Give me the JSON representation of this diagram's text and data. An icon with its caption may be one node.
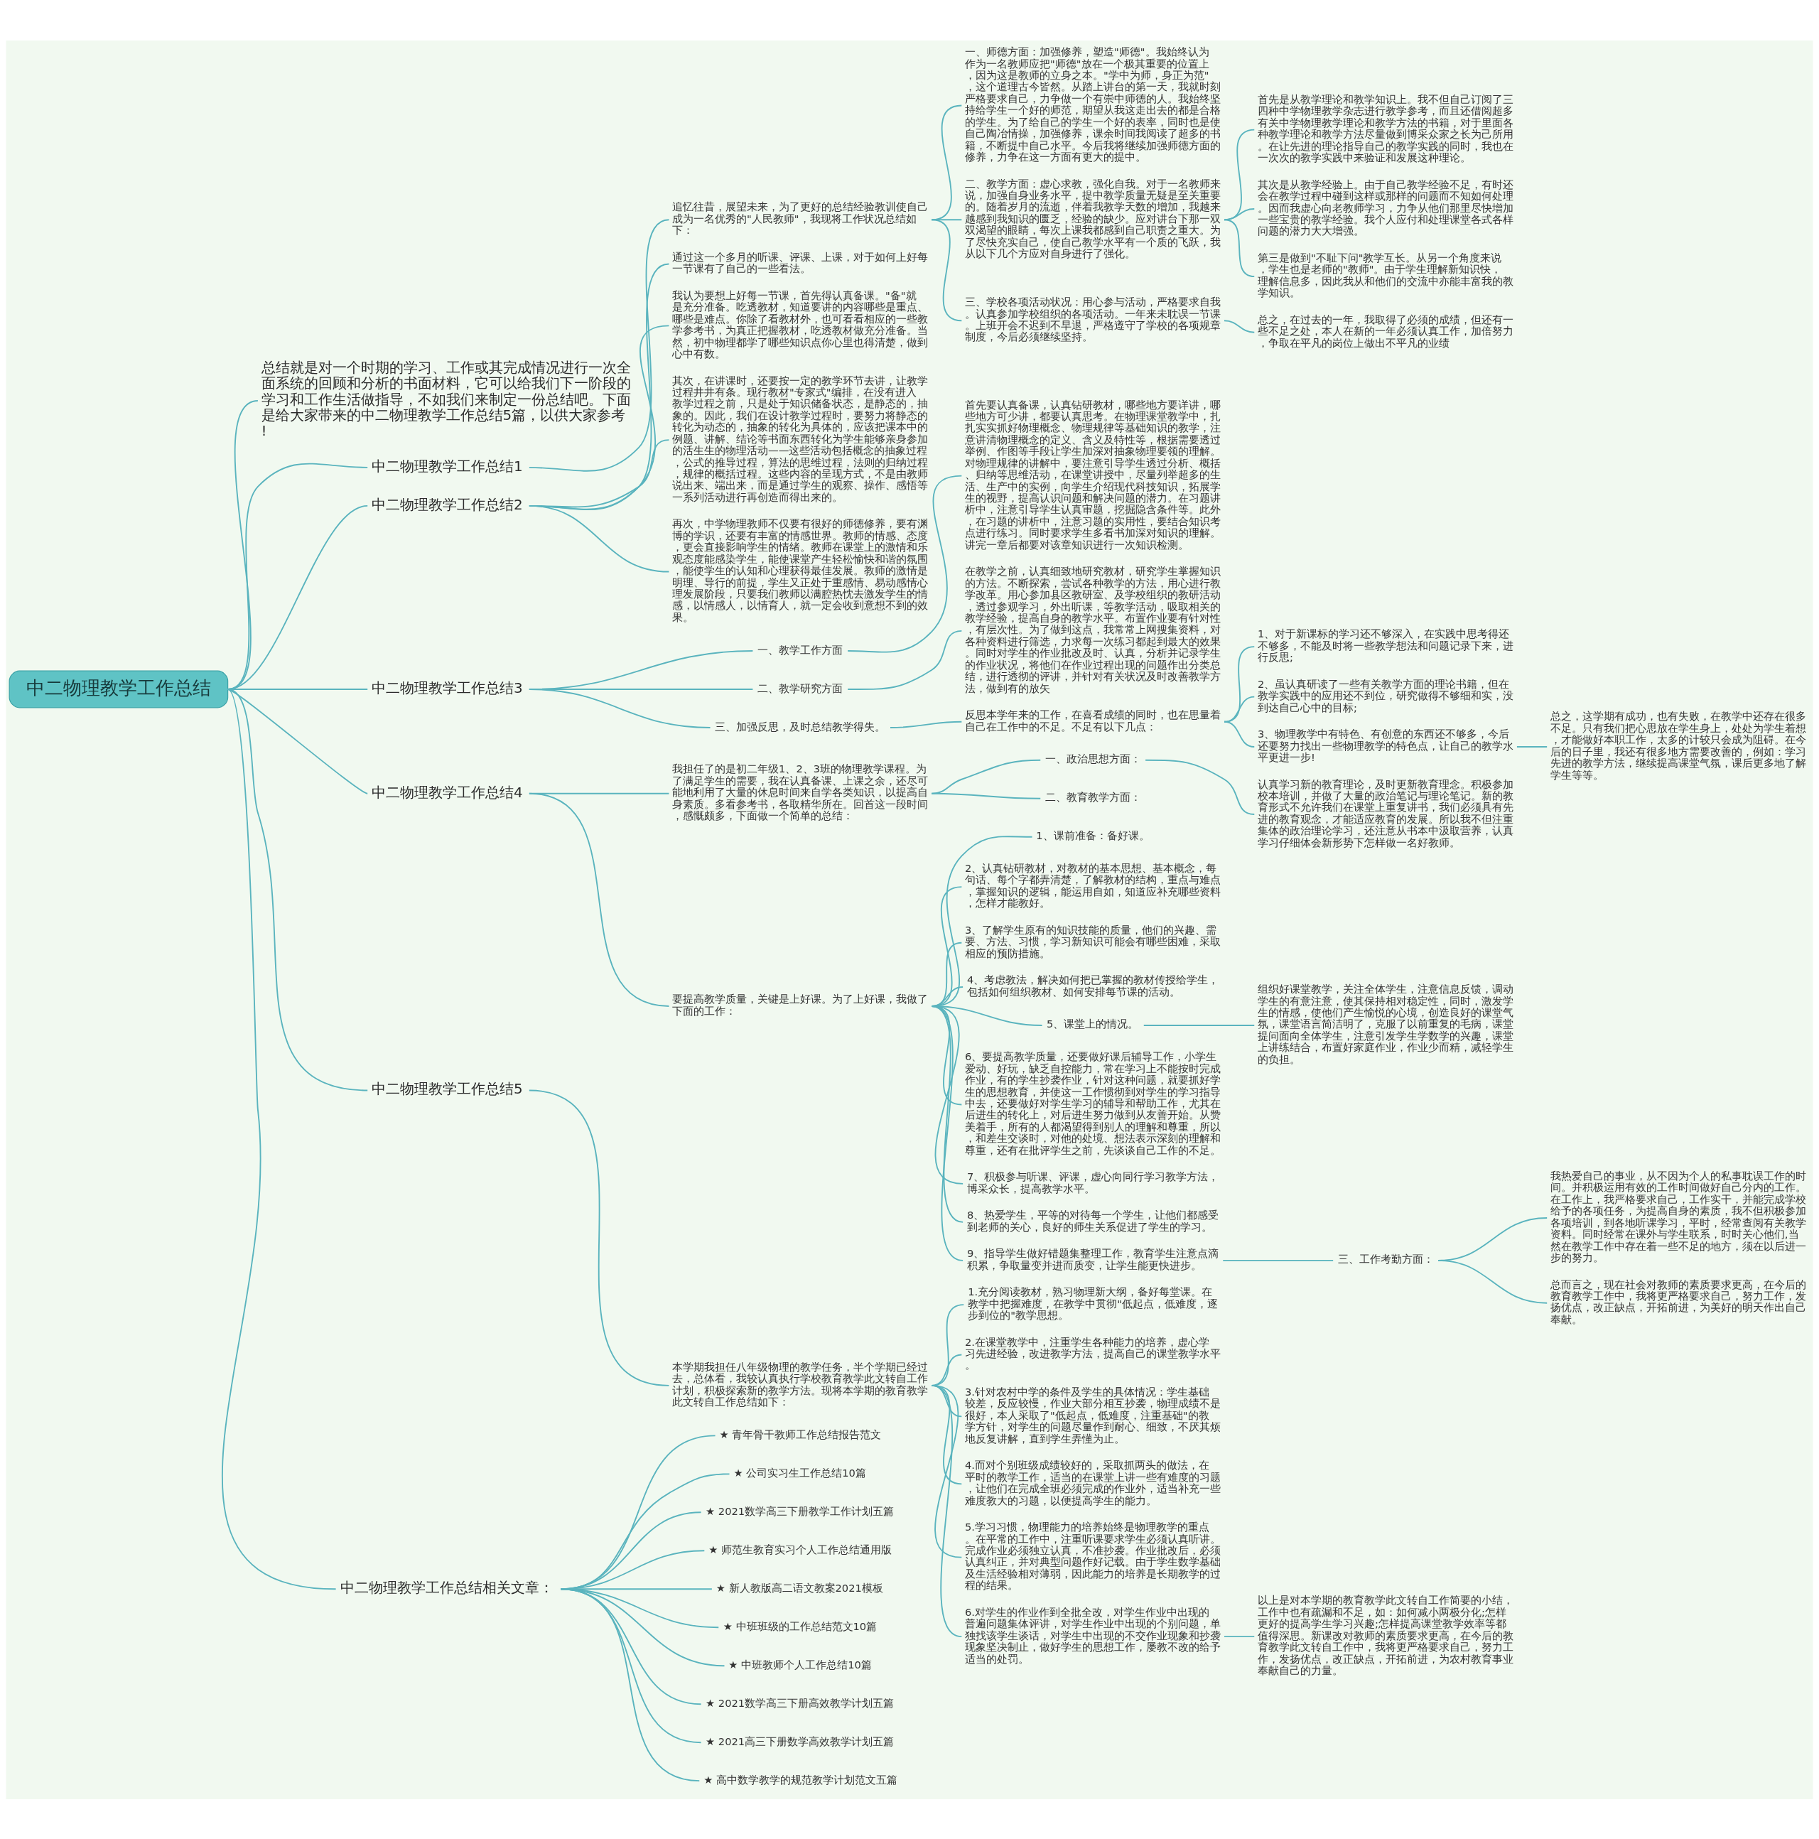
{
  "diagram": {
    "nodes": [
      {
        "text": [
          "中二物理教学工作总结"
        ]
      },
      {
        "text": [
          "总结就是对一个时期的学习、工作或其完成情况进行一次全面系统的回顾和分析的书面材料，它可以给我们下一阶段的学习和工作生活做指导，不如我们来制定一份总结吧。下面是给大家带来的中二物理教学工作总结5篇，以供大家参考!"
        ]
      },
      {
        "text": [
          "中二物理教学工作总结1"
        ]
      },
      {
        "text": [
          "追忆往昔，展望未来，为了更好的总结经验教训使自己成为一名优秀的\"人民教师\"，我现将工作状况总结如下："
        ]
      },
      {
        "text": [
          "一、师德方面：加强修养，塑造\"师德\"。我始终认为作为一名教师应把\"师德\"放在一个极其重要的位置上，因为这是教师的立身之本。\"学中为师，身正为范\"，这个道理古今皆然。从踏上讲台的第一天，我就时刻严格要求自己，力争做一个有崇中师德的人。我始终坚持给学生一个好的师范，期望从我这走出去的都是合格的学生。为了给自己的学生一个好的表率，同时也是使自己陶冶情操，加强修养，课余时间我阅读了超多的书籍，不断提中自己水平。今后我将继续加强师德方面的修养，力争在这一方面有更大的提中。"
        ]
      },
      {
        "text": [
          "二、教学方面：虚心求教，强化自我。对于一名教师来说，加强自身业务水平，提中教学质量无疑是至关重要的。随着岁月的流逝，伴着我教学天数的增加，我越来越感到我知识的匮乏，经验的缺少。应对讲台下那一双双渴望的眼睛，每次上课我都感到自己职责之重大。为了尽快充实自己，使自己教学水平有一个质的飞跃，我从以下几个方应对自身进行了强化。"
        ]
      },
      {
        "text": [
          "首先是从教学理论和教学知识上。我不但自己订阅了三四种中学物理教学杂志进行教学参考，而且还借阅超多有关中学物理教学理论和教学方法的书籍，对于里面各种教学理论和教学方法尽量做到博采众家之长为己所用。在让先进的理论指导自己的教学实践的同时，我也在一次次的教学实践中来验证和发展这种理论。"
        ]
      },
      {
        "text": [
          "其次是从教学经验上。由于自己教学经验不足，有时还会在教学过程中碰到这样或那样的问题而不知如何处理。因而我虚心向老教师学习，力争从他们那里尽快增加一些宝贵的教学经验。我个人应付和处理课堂各式各样问题的潜力大大增强。"
        ]
      },
      {
        "text": [
          "第三是做到\"不耻下问\"教学互长。从另一个角度来说，学生也是老师的\"教师\"。由于学生理解新知识快，理解信息多，因此我从和他们的交流中亦能丰富我的教学知识。"
        ]
      },
      {
        "text": [
          "三、学校各项活动状况：用心参与活动，严格要求自我。认真参加学校组织的各项活动。一年来未耽误一节课。上班开会不迟到不早退，严格遵守了学校的各项规章制度，今后必须继续坚持。"
        ]
      },
      {
        "text": [
          "总之，在过去的一年，我取得了必须的成绩，但还有一些不足之处，本人在新的一年必须认真工作，加倍努力，争取在平凡的岗位上做出不平凡的业绩"
        ]
      },
      {
        "text": [
          "中二物理教学工作总结2"
        ]
      },
      {
        "text": [
          "通过这一个多月的听课、评课、上课，对于如何上好每一节课有了自己的一些看法。"
        ]
      },
      {
        "text": [
          "我认为要想上好每一节课，首先得认真备课。\"备\"就是充分准备。吃透教材，知道要讲的内容哪些是重点、哪些是难点。你除了看教材外，也可看看相应的一些教学参考书，为真正把握教材，吃透教材做充分准备。当然，初中物理都学了哪些知识点你心里也得清楚，做到心中有数。"
        ]
      },
      {
        "text": [
          "其次，在讲课时，还要按一定的教学环节去讲，让教学过程井井有条。现行教材\"专家式\"编排，在没有进入教学过程之前，只是处于知识储备状态，是静态的，抽象的。因此，我们在设计教学过程时，要努力将静态的转化为动态的，抽象的转化为具体的，应该把课本中的例题、讲解、结论等书面东西转化为学生能够亲身参加的活生生的物理活动——这些活动包括概念的抽象过程，公式的推导过程，算法的思维过程，法则的归纳过程，规律的概括过程。这些内容的呈现方式，不是由教师说出来、端出来，而是通过学生的观察、操作、感悟等一系列活动进行再创造而得出来的。"
        ]
      },
      {
        "text": [
          "再次，中学物理教师不仅要有很好的师德修养，要有渊博的学识，还要有丰富的情感世界。教师的情感、态度，更会直接影响学生的情绪。教师在课堂上的激情和乐观态度能感染学生，能使课堂产生轻松愉快和谐的氛围，能使学生的认知和心理获得最佳发展。教师的激情是明理、导行的前提，学生又正处于重感情、易动感情心理发展阶段，只要我们教师以满腔热忱去激发学生的情感，以情感人，以情育人，就一定会收到意想不到的效果。"
        ]
      },
      {
        "text": [
          "中二物理教学工作总结3"
        ]
      },
      {
        "text": [
          "一、教学工作方面"
        ]
      },
      {
        "text": [
          "首先要认真备课，认真钻研教材，哪些地方要详讲，哪些地方可少讲，都要认真思考。在物理课堂教学中，扎扎实实抓好物理概念、物理规律等基础知识的教学，注意讲清物理概念的定义、含义及特性等，根据需要透过举例、作图等手段让学生加深对抽象物理要领的理解。对物理规律的讲解中，要注意引导学生透过分析、概括、归纳等思维活动，在课堂讲授中，尽量列举超多的生活、生产中的实例，向学生介绍现代科技知识，拓展学生的视野，提高认识问题和解决问题的潜力。在习题讲析中，注意引导学生认真审题，挖掘隐含条件等。此外，在习题的讲析中，注意习题的实用性，要结合知识考点进行练习。同时要求学生多看书加深对知识的理解。讲完一章后都要对该章知识进行一次知识检测。"
        ]
      },
      {
        "text": [
          "二、教学研究方面"
        ]
      },
      {
        "text": [
          "在教学之前，认真细致地研究教材，研究学生掌握知识的方法。不断探索，尝试各种教学的方法，用心进行教学改革。用心参加县区教研室、及学校组织的教研活动，透过参观学习，外出听课，等教学活动，吸取相关的教学经验，提高自身的教学水平。布置作业要有针对性，有层次性。为了做到这点，我常常上网搜集资料，对各种资料进行筛选，力求每一次练习都起到最大的效果。同时对学生的作业批改及时、认真，分析并记录学生的作业状况，将他们在作业过程出现的问题作出分类总结，进行透彻的评讲，并针对有关状况及时改善教学方法，做到有的放矢"
        ]
      },
      {
        "text": [
          "三、加强反思，及时总结教学得失。"
        ]
      },
      {
        "text": [
          "反思本学年来的工作，在喜看成绩的同时，也在思量着自己在工作中的不足。不足有以下几点："
        ]
      },
      {
        "text": [
          "1、对于新课标的学习还不够深入，在实践中思考得还不够多，不能及时将一些教学想法和问题记录下来，进行反思;"
        ]
      },
      {
        "text": [
          "2、虽认真研读了一些有关教学方面的理论书籍，但在教学实践中的应用还不到位，研究做得不够细和实，没到达自己心中的目标;"
        ]
      },
      {
        "text": [
          "3、物理教学中有特色、有创意的东西还不够多，今后还要努力找出一些物理教学的特色点，让自己的教学水平更进一步!"
        ]
      },
      {
        "text": [
          "总之，这学期有成功，也有失败，在教学中还存在很多不足。只有我们把心思放在学生身上，处处为学生着想，才能做好本职工作，太多的计较只会成为阻碍。在今后的日子里，我还有很多地方需要改善的，例如：学习先进的教学方法，继续提高课堂气氛，课后更多地了解学生等等。"
        ]
      },
      {
        "text": [
          "中二物理教学工作总结4"
        ]
      },
      {
        "text": [
          "我担任了的是初二年级1、2、3班的物理教学课程。为了满足学生的需要，我在认真备课、上课之余，还尽可能地利用了大量的休息时间来自学各类知识，以提高自身素质。多看参考书，各取精华所在。回首这一段时间，感慨颇多，下面做一个简单的总结："
        ]
      },
      {
        "text": [
          "一、政治思想方面："
        ]
      },
      {
        "text": [
          "认真学习新的教育理论，及时更新教育理念。积极参加校本培训，并做了大量的政治笔记与理论笔记。新的教育形式不允许我们在课堂上重复讲书，我们必须具有先进的教育观念，才能适应教育的发展。所以我不但注重集体的政治理论学习，还注意从书本中汲取营养，认真学习仔细体会新形势下怎样做一名好教师。"
        ]
      },
      {
        "text": [
          "二、教育教学方面："
        ]
      },
      {
        "text": [
          "要提高教学质量，关键是上好课。为了上好课，我做了下面的工作："
        ]
      },
      {
        "text": [
          "1、课前准备：备好课。"
        ]
      },
      {
        "text": [
          "2、认真钻研教材，对教材的基本思想、基本概念，每句话、每个字都弄清楚，了解教材的结构，重点与难点，掌握知识的逻辑，能运用自如，知道应补充哪些资料，怎样才能教好。"
        ]
      },
      {
        "text": [
          "3、了解学生原有的知识技能的质量，他们的兴趣、需要、方法、习惯，学习新知识可能会有哪些困难，采取相应的预防措施。"
        ]
      },
      {
        "text": [
          "4、考虑教法，解决如何把已掌握的教材传授给学生，包括如何组织教材、如何安排每节课的活动。"
        ]
      },
      {
        "text": [
          "5、课堂上的情况。"
        ]
      },
      {
        "text": [
          "组织好课堂教学，关注全体学生，注意信息反馈，调动学生的有意注意，使其保持相对稳定性，同时，激发学生的情感，使他们产生愉悦的心境，创造良好的课堂气氛，课堂语言简洁明了，克服了以前重复的毛病，课堂提问面向全体学生，注意引发学生学数学的兴趣，课堂上讲练结合，布置好家庭作业，作业少而精，减轻学生的负担。"
        ]
      },
      {
        "text": [
          "6、要提高教学质量，还要做好课后辅导工作，小学生爱动、好玩，缺乏自控能力，常在学习上不能按时完成作业，有的学生抄袭作业，针对这种问题，就要抓好学生的思想教育，并使这一工作惯彻到对学生的学习指导中去，还要做好对学生学习的辅导和帮助工作，尤其在后进生的转化上，对后进生努力做到从友善开始。从赞美着手，所有的人都渴望得到别人的理解和尊重，所以，和差生交谈时，对他的处境、想法表示深刻的理解和尊重，还有在批评学生之前，先谈谈自己工作的不足。"
        ]
      },
      {
        "text": [
          "7、积极参与听课、评课，虚心向同行学习教学方法，博采众长，提高教学水平。"
        ]
      },
      {
        "text": [
          "8、热爱学生，平等的对待每一个学生，让他们都感受到老师的关心，良好的师生关系促进了学生的学习。"
        ]
      },
      {
        "text": [
          "9、指导学生做好错题集整理工作，教育学生注意点滴积累，争取量变并进而质变，让学生能更快进步。"
        ]
      },
      {
        "text": [
          "三、工作考勤方面："
        ]
      },
      {
        "text": [
          "我热爱自己的事业，从不因为个人的私事耽误工作的时间。并积极运用有效的工作时间做好自己分内的工作。在工作上，我严格要求自己，工作实干，并能完成学校给予的各项任务，为提高自身的素质，我不但积极参加各项培训，到各地听课学习，平时，经常查阅有关教学资料。同时经常在课外与学生联系，时时关心他们,当然在教学工作中存在着一些不足的地方，须在以后进一步的努力。"
        ]
      },
      {
        "text": [
          "总而言之，现在社会对教师的素质要求更高，在今后的教育教学工作中，我将更严格要求自己，努力工作，发扬优点，改正缺点，开拓前进，为美好的明天作出自己奉献。"
        ]
      },
      {
        "text": [
          "中二物理教学工作总结5"
        ]
      },
      {
        "text": [
          "本学期我担任八年级物理的教学任务，半个学期已经过去，总体看，我较认真执行学校教育教学此文转自工作计划，积极探索新的教学方法。现将本学期的教育教学此文转自工作总结如下："
        ]
      },
      {
        "text": [
          "1.充分阅读教材，熟习物理新大纲，备好每堂课。在教学中把握难度，在教学中贯彻\"低起点，低难度，逐步到位的\"教学思想。"
        ]
      },
      {
        "text": [
          "2.在课堂教学中，注重学生各种能力的培养，虚心学习先进经验，改进教学方法，提高自己的课堂教学水平。"
        ]
      },
      {
        "text": [
          "3.针对农村中学的条件及学生的具体情况：学生基础较差，反应较慢，作业大部分相互抄袭，物理成绩不是很好，本人采取了\"低起点，低难度，注重基础\"的教学方针，对学生的问题尽量作到耐心、细致，不厌其烦地反复讲解，直到学生弄懂为止。"
        ]
      },
      {
        "text": [
          "4.而对个别班级成绩较好的，采取抓两头的做法，在平时的教学工作，适当的在课堂上讲一些有难度的习题，让他们在完成全班必须完成的作业外，适当补充一些难度教大的习题，以便提高学生的能力。"
        ]
      },
      {
        "text": [
          "5.学习习惯，物理能力的培养始终是物理教学的重点。在平常的工作中，注重听课要求学生必须认真听讲。完成作业必须独立认真，不准抄袭。作业批改后，必须认真纠正，并对典型问题作好记载。由于学生数学基础及生活经验相对薄弱，因此能力的培养是长期教学的过程的结果。"
        ]
      },
      {
        "text": [
          "6.对学生的作业作到全批全改，对学生作业中出现的普遍问题集体评讲，对学生作业中出现的个别问题，单独找该学生谈话，对学生中出现的不交作业现象和抄袭现象坚决制止，做好学生的思想工作，屡教不改的给予适当的处罚。"
        ]
      },
      {
        "text": [
          "以上是对本学期的教育教学此文转自工作简要的小结，工作中也有疏漏和不足，如：如何减小两极分化;怎样更好的提高学生学习兴趣;怎样提高课堂教学效率等都值得深思。新课改对教师的素质要求更高，在今后的教育教学此文转自工作中，我将更严格要求自己，努力工作，发扬优点，改正缺点，开拓前进，为农村教育事业奉献自己的力量。"
        ]
      },
      {
        "text": [
          "中二物理教学工作总结相关文章："
        ]
      },
      {
        "text": [
          "★ 青年骨干教师工作总结报告范文"
        ]
      },
      {
        "text": [
          "★ 公司实习生工作总结10篇"
        ]
      },
      {
        "text": [
          "★ 2021数学高三下册教学工作计划五篇"
        ]
      },
      {
        "text": [
          "★ 师范生教育实习个人工作总结通用版"
        ]
      },
      {
        "text": [
          "★ 新人教版高二语文教案2021模板"
        ]
      },
      {
        "text": [
          "★ 中班班级的工作总结范文10篇"
        ]
      },
      {
        "text": [
          "★ 中班教师个人工作总结10篇"
        ]
      },
      {
        "text": [
          "★ 2021数学高三下册高效教学计划五篇"
        ]
      },
      {
        "text": [
          "★ 2021高三下册数学高效教学计划五篇"
        ]
      },
      {
        "text": [
          "★ 高中数学教学的规范教学计划范文五篇"
        ]
      }
    ],
    "edges": [
      {
        "from": 0,
        "to": 1,
        "arrow": "none"
      },
      {
        "from": 0,
        "to": 2,
        "arrow": "none"
      },
      {
        "from": 2,
        "to": 3,
        "arrow": "none"
      },
      {
        "from": 3,
        "to": 4,
        "arrow": "none"
      },
      {
        "from": 3,
        "to": 5,
        "arrow": "none"
      },
      {
        "from": 5,
        "to": 6,
        "arrow": "none"
      },
      {
        "from": 5,
        "to": 7,
        "arrow": "none"
      },
      {
        "from": 5,
        "to": 8,
        "arrow": "none"
      },
      {
        "from": 3,
        "to": 9,
        "arrow": "none"
      },
      {
        "from": 9,
        "to": 10,
        "arrow": "none"
      },
      {
        "from": 0,
        "to": 11,
        "arrow": "none"
      },
      {
        "from": 11,
        "to": 12,
        "arrow": "none"
      },
      {
        "from": 11,
        "to": 13,
        "arrow": "none"
      },
      {
        "from": 11,
        "to": 14,
        "arrow": "none"
      },
      {
        "from": 11,
        "to": 15,
        "arrow": "none"
      },
      {
        "from": 0,
        "to": 16,
        "arrow": "none"
      },
      {
        "from": 16,
        "to": 17,
        "arrow": "none"
      },
      {
        "from": 17,
        "to": 18,
        "arrow": "none"
      },
      {
        "from": 16,
        "to": 19,
        "arrow": "none"
      },
      {
        "from": 19,
        "to": 20,
        "arrow": "none"
      },
      {
        "from": 16,
        "to": 21,
        "arrow": "none"
      },
      {
        "from": 21,
        "to": 22,
        "arrow": "none"
      },
      {
        "from": 22,
        "to": 23,
        "arrow": "none"
      },
      {
        "from": 22,
        "to": 24,
        "arrow": "none"
      },
      {
        "from": 22,
        "to": 25,
        "arrow": "none"
      },
      {
        "from": 25,
        "to": 26,
        "arrow": "none"
      },
      {
        "from": 0,
        "to": 27,
        "arrow": "none"
      },
      {
        "from": 27,
        "to": 28,
        "arrow": "none"
      },
      {
        "from": 28,
        "to": 29,
        "arrow": "none"
      },
      {
        "from": 29,
        "to": 30,
        "arrow": "none"
      },
      {
        "from": 28,
        "to": 31,
        "arrow": "none"
      },
      {
        "from": 27,
        "to": 32,
        "arrow": "none"
      },
      {
        "from": 32,
        "to": 33,
        "arrow": "none"
      },
      {
        "from": 32,
        "to": 34,
        "arrow": "none"
      },
      {
        "from": 32,
        "to": 35,
        "arrow": "none"
      },
      {
        "from": 32,
        "to": 36,
        "arrow": "none"
      },
      {
        "from": 32,
        "to": 37,
        "arrow": "none"
      },
      {
        "from": 37,
        "to": 38,
        "arrow": "none"
      },
      {
        "from": 32,
        "to": 39,
        "arrow": "none"
      },
      {
        "from": 32,
        "to": 40,
        "arrow": "none"
      },
      {
        "from": 32,
        "to": 41,
        "arrow": "none"
      },
      {
        "from": 32,
        "to": 42,
        "arrow": "none"
      },
      {
        "from": 42,
        "to": 43,
        "arrow": "none"
      },
      {
        "from": 43,
        "to": 44,
        "arrow": "none"
      },
      {
        "from": 43,
        "to": 45,
        "arrow": "none"
      },
      {
        "from": 0,
        "to": 46,
        "arrow": "none"
      },
      {
        "from": 46,
        "to": 47,
        "arrow": "none"
      },
      {
        "from": 47,
        "to": 48,
        "arrow": "none"
      },
      {
        "from": 47,
        "to": 49,
        "arrow": "none"
      },
      {
        "from": 47,
        "to": 50,
        "arrow": "none"
      },
      {
        "from": 47,
        "to": 51,
        "arrow": "none"
      },
      {
        "from": 47,
        "to": 52,
        "arrow": "none"
      },
      {
        "from": 47,
        "to": 53,
        "arrow": "none"
      },
      {
        "from": 53,
        "to": 54,
        "arrow": "none"
      },
      {
        "from": 0,
        "to": 55,
        "arrow": "none"
      },
      {
        "from": 55,
        "to": 56,
        "arrow": "none"
      },
      {
        "from": 55,
        "to": 57,
        "arrow": "none"
      },
      {
        "from": 55,
        "to": 58,
        "arrow": "none"
      },
      {
        "from": 55,
        "to": 59,
        "arrow": "none"
      },
      {
        "from": 55,
        "to": 60,
        "arrow": "none"
      },
      {
        "from": 55,
        "to": 61,
        "arrow": "none"
      },
      {
        "from": 55,
        "to": 62,
        "arrow": "none"
      },
      {
        "from": 55,
        "to": 63,
        "arrow": "none"
      },
      {
        "from": 55,
        "to": 64,
        "arrow": "none"
      },
      {
        "from": 55,
        "to": 65,
        "arrow": "none"
      }
    ]
  }
}
